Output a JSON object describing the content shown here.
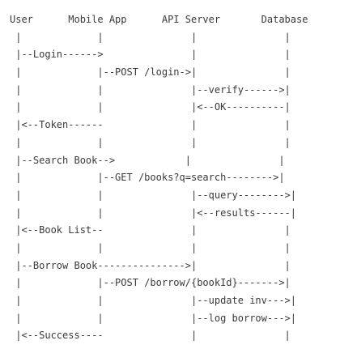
{
  "diagram": {
    "lines": [
      "User      Mobile App      API Server       Database",
      " |             |               |               |",
      " |--Login------>               |               |",
      " |             |--POST /login->|               |",
      " |             |               |--verify------>|",
      " |             |               |<--OK----------|",
      " |<--Token------               |               |",
      " |             |               |               |",
      " |--Search Book-->            |               |",
      " |             |--GET /books?q=search-------->|",
      " |             |               |--query-------->|",
      " |             |               |<--results------|",
      " |<--Book List--               |               |",
      " |             |               |               |",
      " |--Borrow Book--------------->|               |",
      " |             |--POST /borrow/{bookId}------->|",
      " |             |               |--update inv--->|",
      " |             |               |--log borrow--->|",
      " |<--Success----               |               |"
    ]
  }
}
